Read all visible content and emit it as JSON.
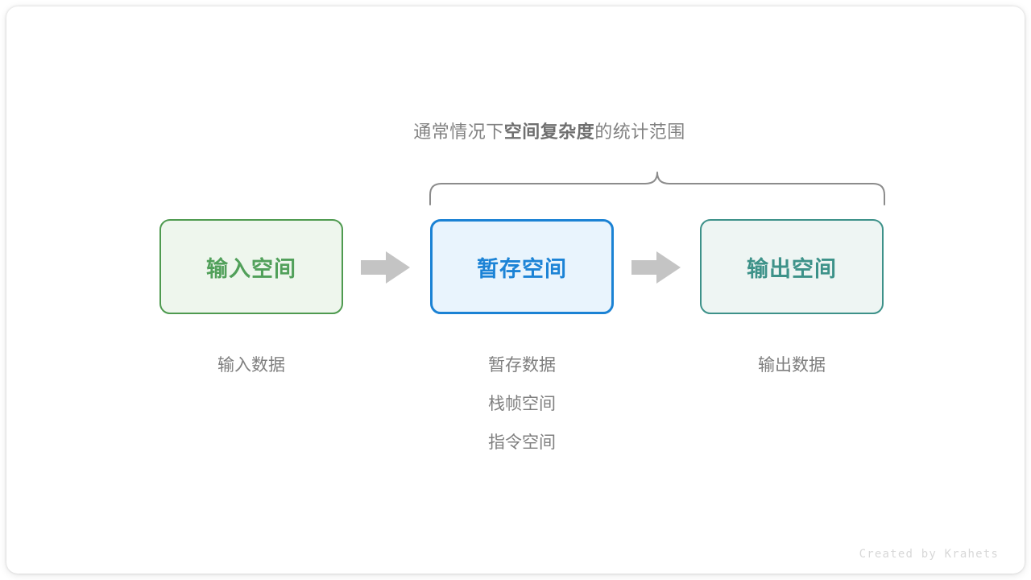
{
  "page": {
    "background": "#ffffff",
    "card_background": "#ffffff"
  },
  "brace_caption": {
    "prefix": "通常情况下",
    "emphasis": "空间复杂度",
    "suffix": "的统计范围",
    "color": "#828282"
  },
  "boxes": [
    {
      "id": "input",
      "label": "输入空间",
      "border_color": "#4e9a4f",
      "fill_color": "#eef6ed",
      "text_color": "#51a05a"
    },
    {
      "id": "temp",
      "label": "暂存空间",
      "border_color": "#1b82d4",
      "fill_color": "#e9f4fd",
      "text_color": "#1c83d6"
    },
    {
      "id": "output",
      "label": "输出空间",
      "border_color": "#3d9189",
      "fill_color": "#eef5f3",
      "text_color": "#3d9289"
    }
  ],
  "arrows": [
    {
      "id": "arrow-1",
      "direction": "right",
      "color": "#c4c4c4"
    },
    {
      "id": "arrow-2",
      "direction": "right",
      "color": "#c4c4c4"
    }
  ],
  "captions": {
    "input": [
      "输入数据"
    ],
    "temp": [
      "暂存数据",
      "栈帧空间",
      "指令空间"
    ],
    "output": [
      "输出数据"
    ]
  },
  "brace": {
    "color": "#8c8c8c",
    "span_label": "covers temp and output boxes"
  },
  "footer": {
    "text": "Created by Krahets",
    "color": "#d8d8d8"
  }
}
